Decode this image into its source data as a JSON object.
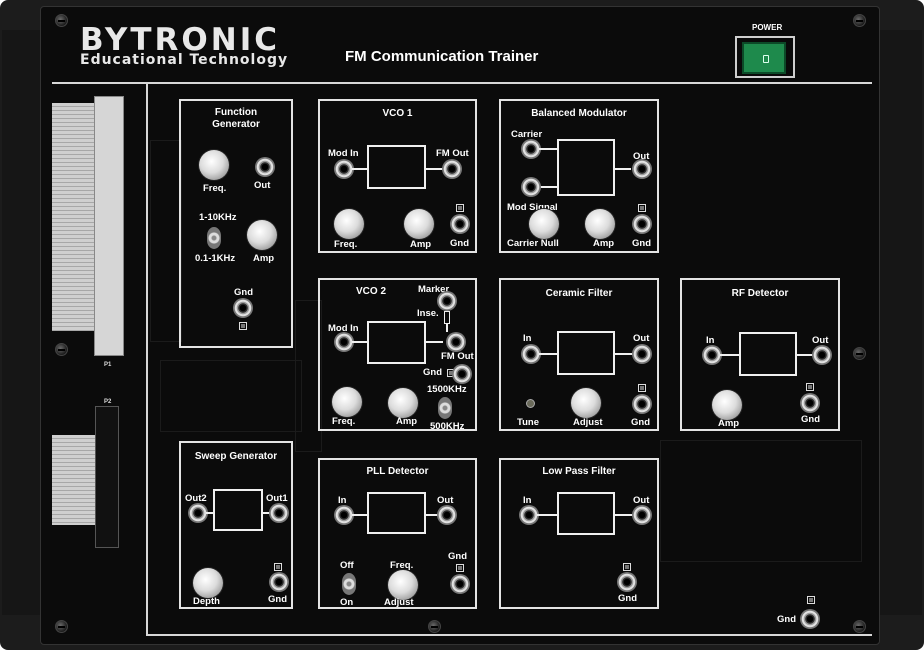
{
  "header": {
    "brand": "BYTRONIC",
    "brand_sub": "Educational Technology",
    "title": "FM Communication Trainer",
    "power_label": "POWER"
  },
  "connectors": {
    "p1": "P1",
    "p2": "P2"
  },
  "modules": {
    "function_generator": {
      "title": "Function\nGenerator",
      "freq": "Freq.",
      "out": "Out",
      "range_high": "1-10KHz",
      "range_low": "0.1-1KHz",
      "amp": "Amp",
      "gnd": "Gnd"
    },
    "vco1": {
      "title": "VCO 1",
      "mod_in": "Mod In",
      "fm_out": "FM Out",
      "freq": "Freq.",
      "amp": "Amp",
      "gnd": "Gnd"
    },
    "balanced_modulator": {
      "title": "Balanced Modulator",
      "carrier": "Carrier",
      "out": "Out",
      "mod_signal": "Mod Signal",
      "carrier_null": "Carrier Null",
      "amp": "Amp",
      "gnd": "Gnd"
    },
    "vco2": {
      "title": "VCO 2",
      "marker": "Marker",
      "inse": "Inse.",
      "mod_in": "Mod In",
      "fm_out": "FM Out",
      "gnd": "Gnd",
      "freq": "Freq.",
      "amp": "Amp",
      "range_high": "1500KHz",
      "range_low": "500KHz"
    },
    "ceramic_filter": {
      "title": "Ceramic Filter",
      "in": "In",
      "out": "Out",
      "tune": "Tune",
      "adjust": "Adjust",
      "gnd": "Gnd"
    },
    "rf_detector": {
      "title": "RF Detector",
      "in": "In",
      "out": "Out",
      "amp": "Amp",
      "gnd": "Gnd"
    },
    "sweep_generator": {
      "title": "Sweep Generator",
      "out2": "Out2",
      "out1": "Out1",
      "depth": "Depth",
      "gnd": "Gnd"
    },
    "pll_detector": {
      "title": "PLL Detector",
      "in": "In",
      "out": "Out",
      "gnd": "Gnd",
      "off": "Off",
      "on": "On",
      "freq": "Freq.",
      "adjust": "Adjust"
    },
    "low_pass_filter": {
      "title": "Low Pass Filter",
      "in": "In",
      "out": "Out",
      "gnd": "Gnd"
    }
  },
  "board_gnd": "Gnd"
}
